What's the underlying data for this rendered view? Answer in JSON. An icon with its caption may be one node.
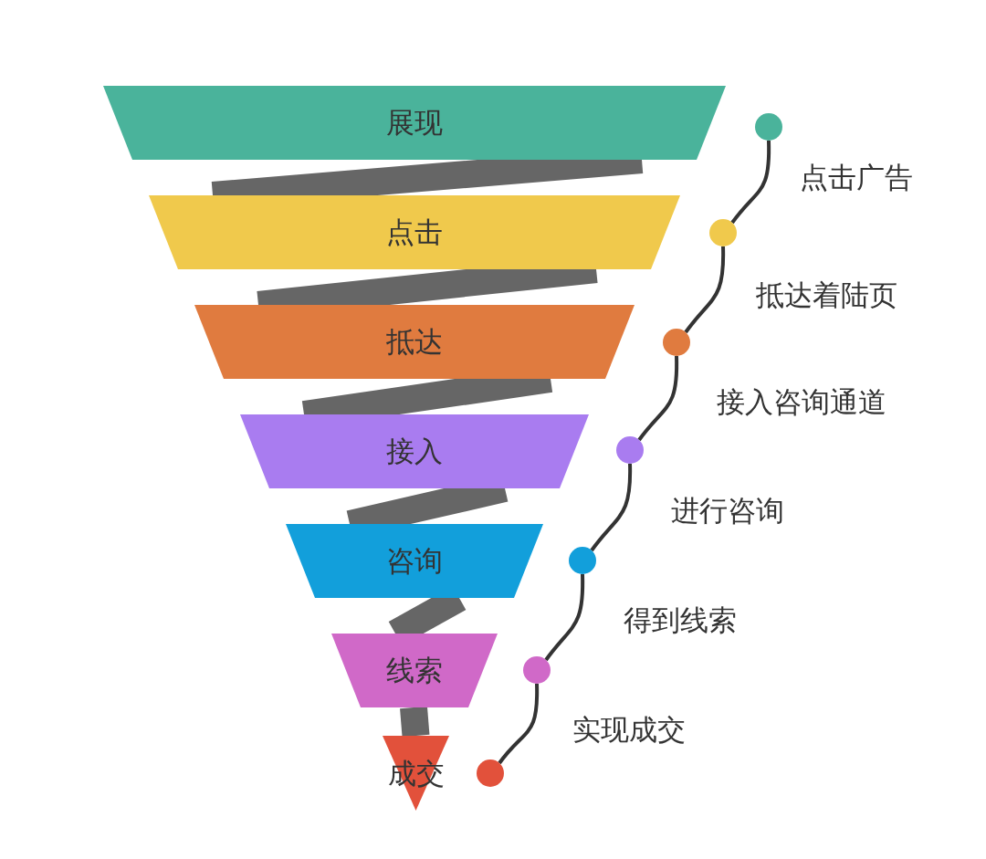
{
  "diagram": {
    "nodes": [
      {
        "text": [
          "展现"
        ]
      },
      {
        "text": [
          "点击"
        ]
      },
      {
        "text": [
          "抵达"
        ]
      },
      {
        "text": [
          "接入"
        ]
      },
      {
        "text": [
          "咨询"
        ]
      },
      {
        "text": [
          "线索"
        ]
      },
      {
        "text": [
          "成交"
        ]
      },
      {
        "text": [],
        "shape": "circle"
      },
      {
        "text": [],
        "shape": "circle"
      },
      {
        "text": [],
        "shape": "circle"
      },
      {
        "text": [],
        "shape": "circle"
      },
      {
        "text": [],
        "shape": "circle"
      },
      {
        "text": [],
        "shape": "circle"
      },
      {
        "text": [],
        "shape": "circle"
      }
    ],
    "edges": [
      {
        "from": 0,
        "to": 1,
        "arrow": "none",
        "style": "thick",
        "color": "#666666"
      },
      {
        "from": 1,
        "to": 2,
        "arrow": "none",
        "style": "thick",
        "color": "#666666"
      },
      {
        "from": 2,
        "to": 3,
        "arrow": "none",
        "style": "thick",
        "color": "#666666"
      },
      {
        "from": 3,
        "to": 4,
        "arrow": "none",
        "style": "thick",
        "color": "#666666"
      },
      {
        "from": 4,
        "to": 5,
        "arrow": "none",
        "style": "thick",
        "color": "#666666"
      },
      {
        "from": 5,
        "to": 6,
        "arrow": "none",
        "style": "thick",
        "color": "#666666"
      },
      {
        "from": 7,
        "to": 8,
        "arrow": "none",
        "label": "点击广告"
      },
      {
        "from": 8,
        "to": 9,
        "arrow": "none",
        "label": "抵达着陆页"
      },
      {
        "from": 9,
        "to": 10,
        "arrow": "none",
        "label": "接入咨询通道"
      },
      {
        "from": 10,
        "to": 11,
        "arrow": "none",
        "label": "进行咨询"
      },
      {
        "from": 11,
        "to": 12,
        "arrow": "none",
        "label": "得到线索"
      },
      {
        "from": 12,
        "to": 13,
        "arrow": "none",
        "label": "实现成交"
      }
    ]
  }
}
